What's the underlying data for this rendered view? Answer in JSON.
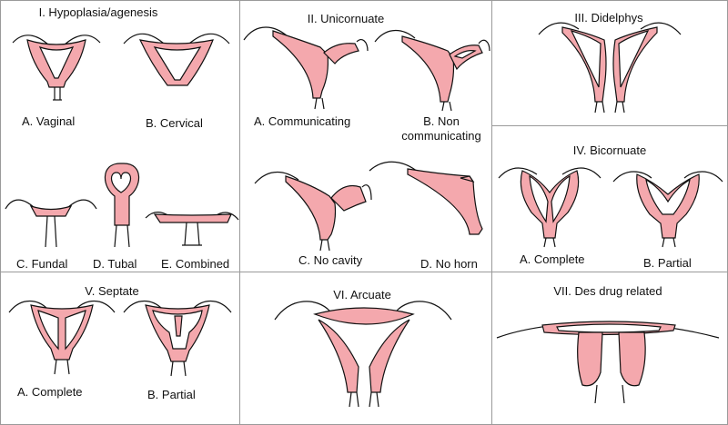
{
  "colors": {
    "uterus_fill": "#f4a8ad",
    "outline": "#111111",
    "border": "#9a9a9a"
  },
  "panels": {
    "p1": {
      "title": "I. Hypoplasia/agenesis",
      "labels": {
        "vaginal": "A. Vaginal",
        "cervical": "B. Cervical",
        "fundal": "C. Fundal",
        "tubal": "D. Tubal",
        "combined": "E. Combined"
      }
    },
    "p2": {
      "title": "II. Unicornuate",
      "labels": {
        "communicating": "A. Communicating",
        "non_line1": "B. Non",
        "non_line2": "communicating",
        "no_cavity": "C. No cavity",
        "no_horn": "D. No horn"
      }
    },
    "p3": {
      "title": "III. Didelphys"
    },
    "p4": {
      "title": "IV. Bicornuate",
      "labels": {
        "complete": "A. Complete",
        "partial": "B. Partial"
      }
    },
    "p5": {
      "title": "V.  Septate",
      "labels": {
        "complete": "A. Complete",
        "partial": "B. Partial"
      }
    },
    "p6": {
      "title": "VI.  Arcuate"
    },
    "p7": {
      "title": "VII. Des drug related"
    }
  }
}
